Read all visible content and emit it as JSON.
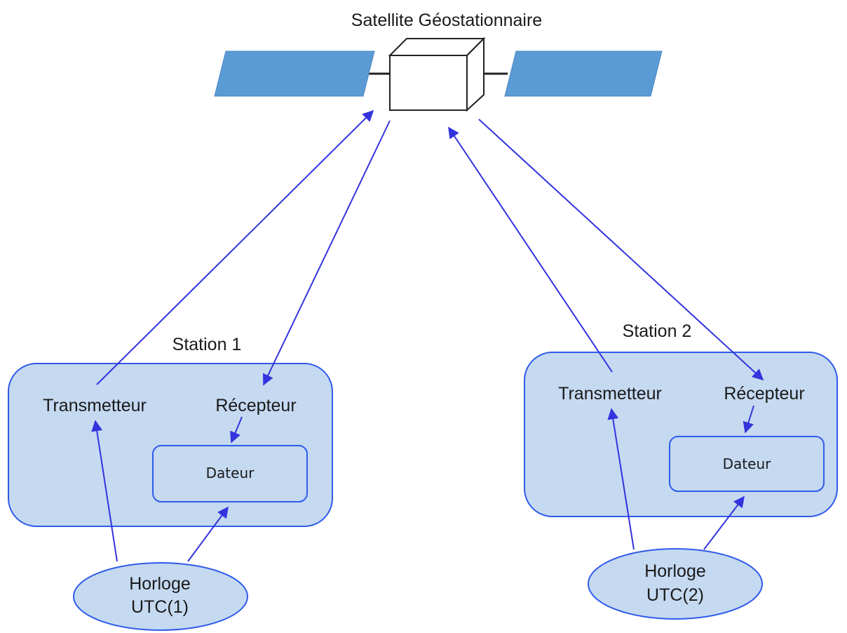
{
  "satellite": {
    "title": "Satellite Géostationnaire"
  },
  "stations": [
    {
      "title": "Station 1",
      "transmitter_label": "Transmetteur",
      "receiver_label": "Récepteur",
      "dater_label": "Dateur",
      "clock_line1": "Horloge",
      "clock_line2": "UTC(1)"
    },
    {
      "title": "Station 2",
      "transmitter_label": "Transmetteur",
      "receiver_label": "Récepteur",
      "dater_label": "Dateur",
      "clock_line1": "Horloge",
      "clock_line2": "UTC(2)"
    }
  ],
  "colors": {
    "panel_fill": "#5b9bd5",
    "station_fill": "#c5d9f1",
    "station_stroke": "#2f5bea",
    "arrow": "#3333dd"
  }
}
